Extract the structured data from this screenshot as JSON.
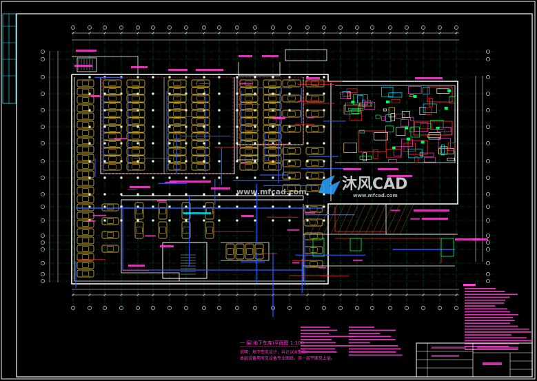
{
  "drawing": {
    "caption": "一 层(地下车库)平面图 1:100",
    "caption_note_1": "说明：地下车库设计，共计100车位。",
    "caption_note_2": "本层设备用房见设备专业图纸，另一层平面见上层。"
  },
  "watermark": {
    "site_text": "www.mfcad.com",
    "brand_text": "沐风CAD",
    "brand_sub": "www.mfcad.com"
  },
  "colors": {
    "background": "#000000",
    "frame": "#ffffff",
    "walls": "#ffffff",
    "axis": "#00ff5a",
    "cars": "#ffd23a",
    "pipes": "#2b5cff",
    "red_lines": "#ff2a2a",
    "text": "#ff3fd2",
    "cyan": "#00e5ff"
  }
}
